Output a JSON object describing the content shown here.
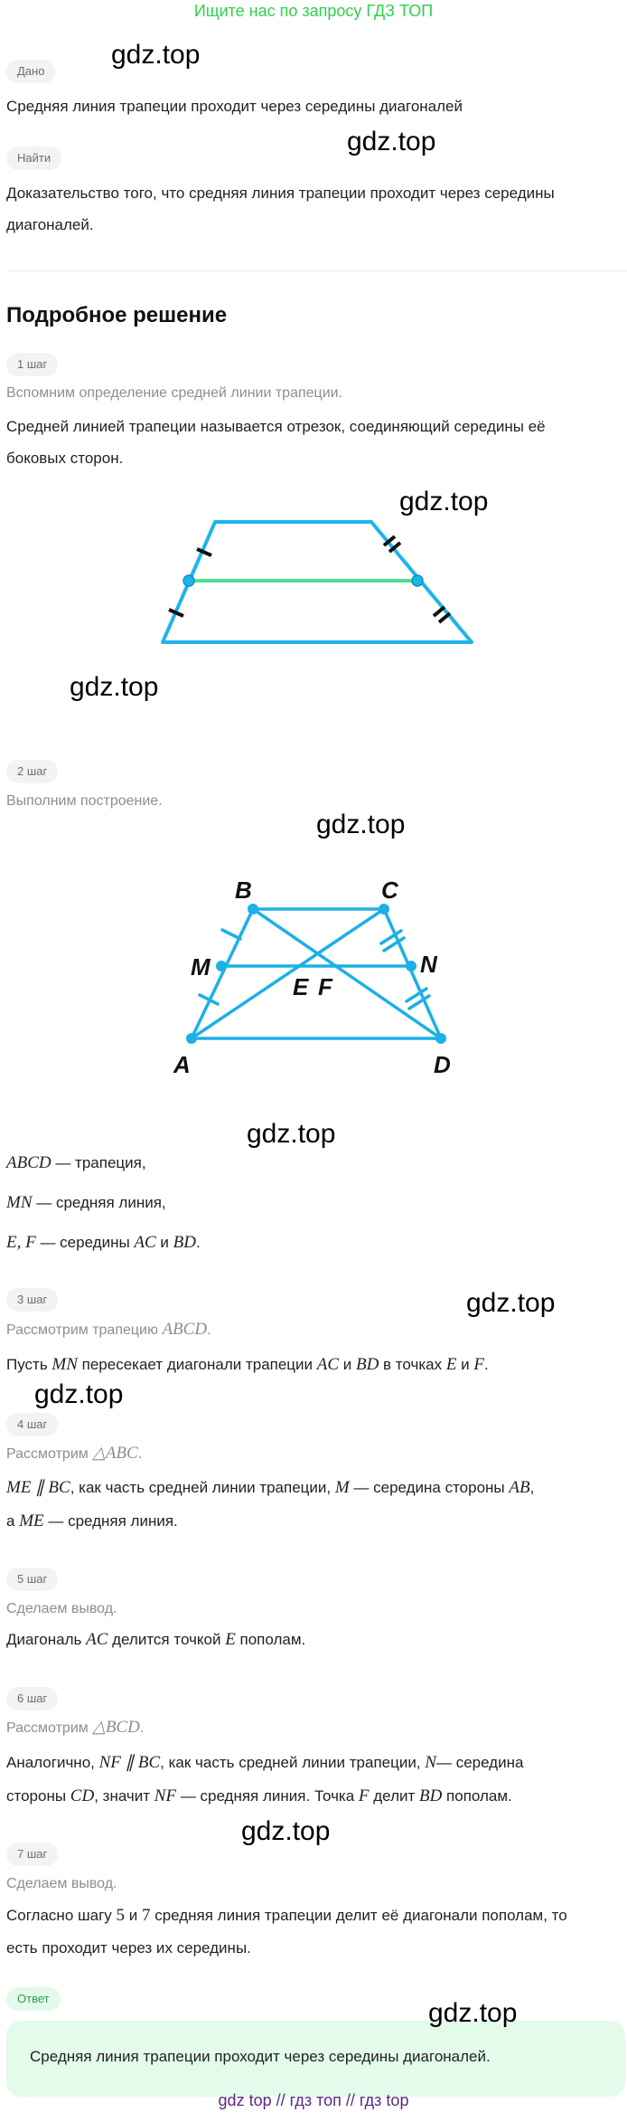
{
  "banner": "Ищите нас по запросу ГДЗ ТОП",
  "watermark": "gdz.top",
  "given": {
    "label": "Дано",
    "text": "Средняя линия трапеции проходит через середины диагоналей"
  },
  "find": {
    "label": "Найти",
    "lines": [
      "Доказательство того, что средняя линия трапеции проходит через середины",
      "диагоналей."
    ]
  },
  "solution_heading": "Подробное решение",
  "steps": [
    {
      "label": "1 шаг",
      "hint": [
        "Вспомним определение средней линии трапеции."
      ],
      "lines": [
        [
          "Средней линией трапеции называется отрезок, соединяющий середины её"
        ],
        [
          "боковых сторон."
        ]
      ]
    },
    {
      "label": "2 шаг",
      "hint": [
        "Выполним построение."
      ],
      "lines": [
        [
          {
            "m": "ABCD"
          },
          " — трапеция,"
        ],
        [
          {
            "m": "MN"
          },
          " — средняя линия,"
        ],
        [
          {
            "m": "E,  F"
          },
          " — середины ",
          {
            "m": "AC"
          },
          " и ",
          {
            "m": "BD"
          },
          "."
        ]
      ]
    },
    {
      "label": "3 шаг",
      "hint": [
        "Рассмотрим трапецию ",
        {
          "m": "ABCD"
        },
        "."
      ],
      "lines": [
        [
          "Пусть ",
          {
            "m": "MN"
          },
          " пересекает диагонали трапеции ",
          {
            "m": "AC"
          },
          " и ",
          {
            "m": "BD"
          },
          " в точках ",
          {
            "m": "E"
          },
          " и ",
          {
            "m": "F"
          },
          "."
        ]
      ]
    },
    {
      "label": "4 шаг",
      "hint": [
        "Рассмотрим ",
        {
          "m": "△ABC"
        },
        "."
      ],
      "lines": [
        [
          {
            "m": "ME ∥ BC"
          },
          ", как часть средней линии трапеции, ",
          {
            "m": "M"
          },
          " — середина стороны ",
          {
            "m": "AB"
          },
          ","
        ],
        [
          "а ",
          {
            "m": "ME"
          },
          " — средняя линия."
        ]
      ]
    },
    {
      "label": "5 шаг",
      "hint": [
        "Сделаем вывод."
      ],
      "lines": [
        [
          "Диагональ ",
          {
            "m": "AC"
          },
          " делится точкой ",
          {
            "m": "E"
          },
          " пополам."
        ]
      ]
    },
    {
      "label": "6 шаг",
      "hint": [
        "Рассмотрим ",
        {
          "m": "△BCD"
        },
        "."
      ],
      "lines": [
        [
          "Аналогично, ",
          {
            "m": "NF ∥ BC"
          },
          ", как часть средней линии трапеции, ",
          {
            "m": "N"
          },
          "— середина"
        ],
        [
          "стороны ",
          {
            "m": "CD"
          },
          ", значит ",
          {
            "m": "NF"
          },
          " — средняя линия. Точка ",
          {
            "m": "F"
          },
          " делит ",
          {
            "m": "BD"
          },
          " пополам."
        ]
      ]
    },
    {
      "label": "7 шаг",
      "hint": [
        "Сделаем вывод."
      ],
      "lines": [
        [
          "Согласно шагу ",
          {
            "mu": "5"
          },
          " и ",
          {
            "mu": "7"
          },
          " средняя линия трапеции делит её диагонали пополам, то"
        ],
        [
          "есть проходит через их середины."
        ]
      ]
    }
  ],
  "figure2": {
    "labels": {
      "A": "A",
      "B": "B",
      "C": "C",
      "D": "D",
      "M": "M",
      "N": "N",
      "E": "E",
      "F": "F"
    }
  },
  "answer": {
    "label": "Ответ",
    "text": "Средняя линия трапеции проходит через середины диагоналей."
  },
  "footer": "gdz top  //  гдз топ  //  гдз top",
  "colors": {
    "figure_blue": "#1cb5ea",
    "midline_green": "#4fe08f",
    "banner_green": "#2fd24a",
    "answer_bg": "#e3fbea",
    "footer_purple": "#5b2a86"
  }
}
